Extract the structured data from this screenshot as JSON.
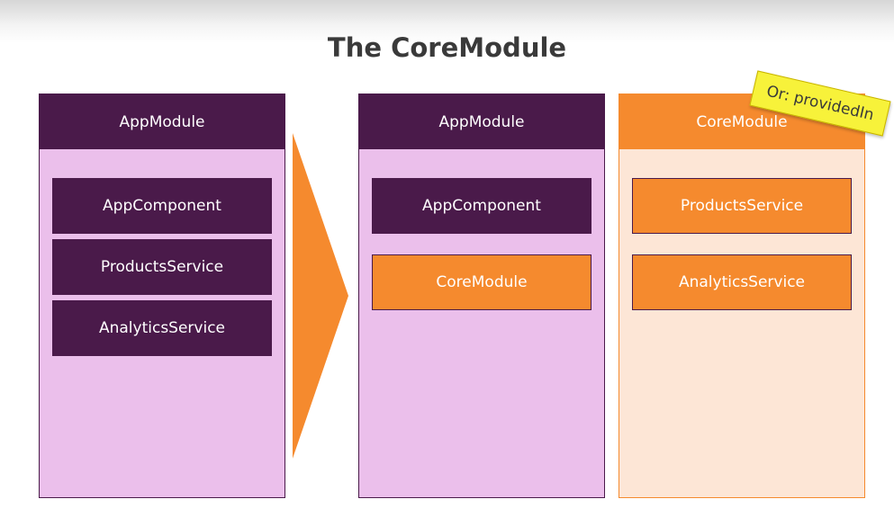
{
  "title": "The CoreModule",
  "left_panel": {
    "header": "AppModule",
    "items": [
      "AppComponent",
      "ProductsService",
      "AnalyticsService"
    ]
  },
  "middle_panel": {
    "header": "AppModule",
    "items": [
      "AppComponent",
      "CoreModule"
    ]
  },
  "right_panel": {
    "header": "CoreModule",
    "items": [
      "ProductsService",
      "AnalyticsService"
    ]
  },
  "note": "Or: providedIn",
  "colors": {
    "purple_dark": "#4a1a4a",
    "purple_light": "#ebbfeb",
    "orange": "#f58a2e",
    "orange_light": "#fde6d6",
    "note_yellow": "#f7f23a"
  }
}
